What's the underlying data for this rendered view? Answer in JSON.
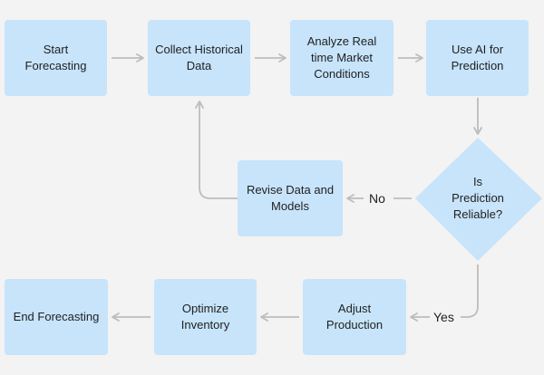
{
  "nodes": {
    "start": "Start\nForecasting",
    "collect": "Collect Historical\nData",
    "analyze": "Analyze Real\ntime Market\nConditions",
    "use_ai": "Use AI for\nPrediction",
    "decision": "Is\nPrediction\nReliable?",
    "revise": "Revise Data and\nModels",
    "adjust": "Adjust\nProduction",
    "optimize": "Optimize\nInventory",
    "end": "End Forecasting"
  },
  "edge_labels": {
    "no": "No",
    "yes": "Yes"
  },
  "colors": {
    "background": "#f3f3f3",
    "node_fill": "#c7e4fb",
    "connector": "#bdbdbd"
  }
}
